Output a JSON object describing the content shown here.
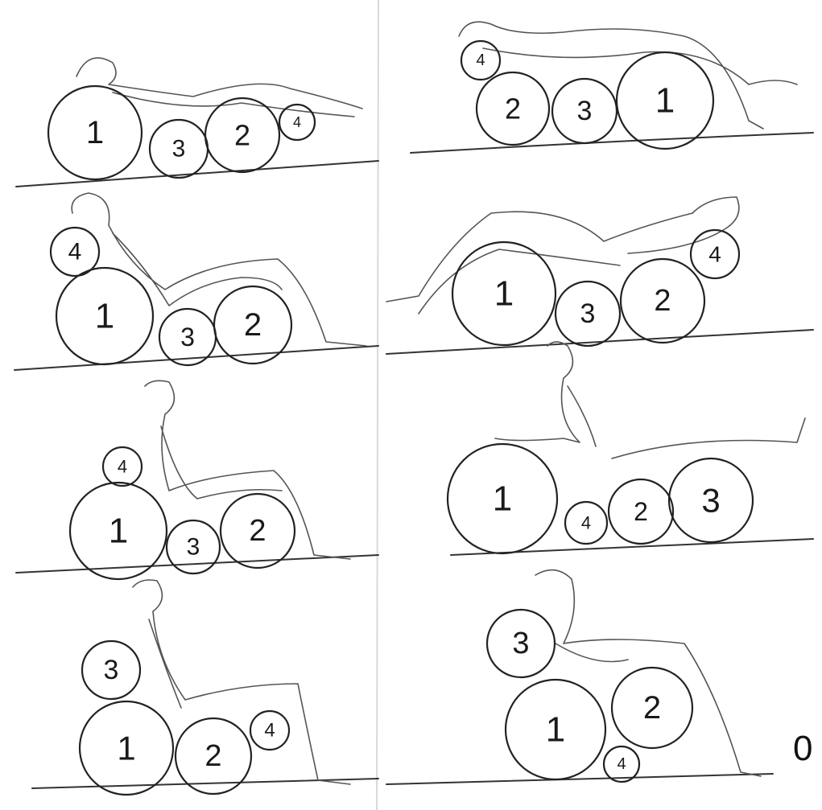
{
  "sketches": [
    {
      "panel": "top-left",
      "pose": "lying",
      "balls": [
        "1",
        "3",
        "2",
        "4"
      ]
    },
    {
      "panel": "top-right",
      "pose": "lying",
      "balls": [
        "4",
        "2",
        "3",
        "1"
      ]
    },
    {
      "panel": "row2-left",
      "pose": "reclining",
      "balls": [
        "4",
        "1",
        "3",
        "2"
      ]
    },
    {
      "panel": "row2-right",
      "pose": "reclining",
      "balls": [
        "1",
        "3",
        "2",
        "4"
      ]
    },
    {
      "panel": "row3-left",
      "pose": "seated",
      "balls": [
        "4",
        "1",
        "3",
        "2"
      ]
    },
    {
      "panel": "row3-right",
      "pose": "seated",
      "balls": [
        "1",
        "4",
        "2",
        "3"
      ]
    },
    {
      "panel": "bottom-left",
      "pose": "upright",
      "balls": [
        "3",
        "1",
        "2",
        "4"
      ]
    },
    {
      "panel": "bottom-right",
      "pose": "upright",
      "balls": [
        "3",
        "1",
        "2",
        "4"
      ]
    }
  ],
  "corner_mark": "0",
  "colors": {
    "paper": "#ffffff",
    "ink": "#1a1a1a",
    "pencil": "#555555"
  }
}
